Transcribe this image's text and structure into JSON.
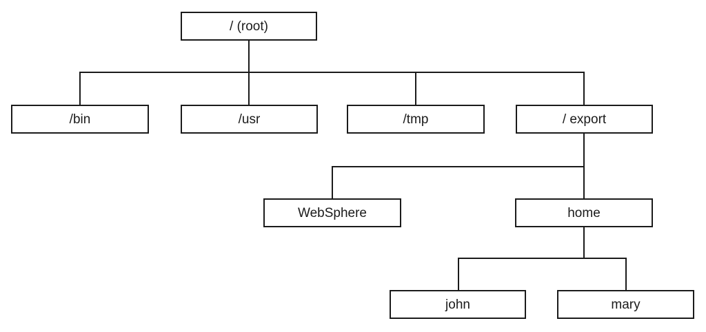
{
  "diagram": {
    "type": "tree",
    "nodes": {
      "root": {
        "label": "/ (root)"
      },
      "bin": {
        "label": "/bin"
      },
      "usr": {
        "label": "/usr"
      },
      "tmp": {
        "label": "/tmp"
      },
      "export": {
        "label": "/ export"
      },
      "websphere": {
        "label": "WebSphere"
      },
      "home": {
        "label": "home"
      },
      "john": {
        "label": "john"
      },
      "mary": {
        "label": "mary"
      }
    },
    "edges": [
      {
        "from": "/ (root)",
        "to": "/bin"
      },
      {
        "from": "/ (root)",
        "to": "/usr"
      },
      {
        "from": "/ (root)",
        "to": "/tmp"
      },
      {
        "from": "/ (root)",
        "to": "/ export"
      },
      {
        "from": "/ export",
        "to": "WebSphere"
      },
      {
        "from": "/ export",
        "to": "home"
      },
      {
        "from": "home",
        "to": "john"
      },
      {
        "from": "home",
        "to": "mary"
      }
    ],
    "colors": {
      "background": "#ffffff",
      "line": "#1a1a1a",
      "box_border": "#1a1a1a",
      "box_fill": "#ffffff",
      "text": "#1a1a1a"
    }
  }
}
